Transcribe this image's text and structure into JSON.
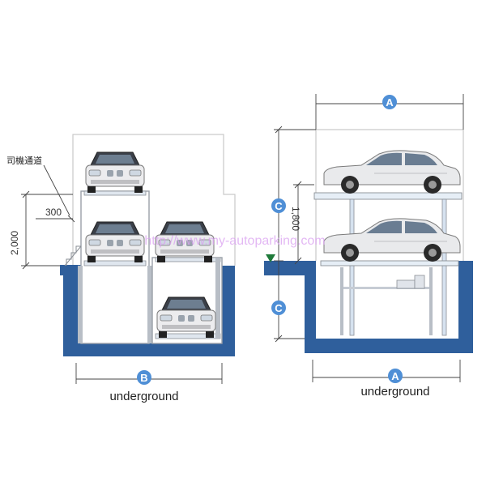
{
  "left_diagram": {
    "side_label": "司機通道",
    "dim_300": "300",
    "dim_2000": "2,000",
    "width_marker": "B",
    "caption": "underground"
  },
  "right_diagram": {
    "top_marker": "A",
    "bottom_marker": "A",
    "height_marker_upper": "C",
    "height_marker_lower": "C",
    "dim_1800": "1,800",
    "caption": "underground"
  },
  "watermark": "http://www.my-autoparking.com",
  "colors": {
    "pit_border": "#2f5f9c",
    "platform": "#e6eef6",
    "marker": "#4f8fd6",
    "ground_triangle": "#1f7a3a"
  }
}
